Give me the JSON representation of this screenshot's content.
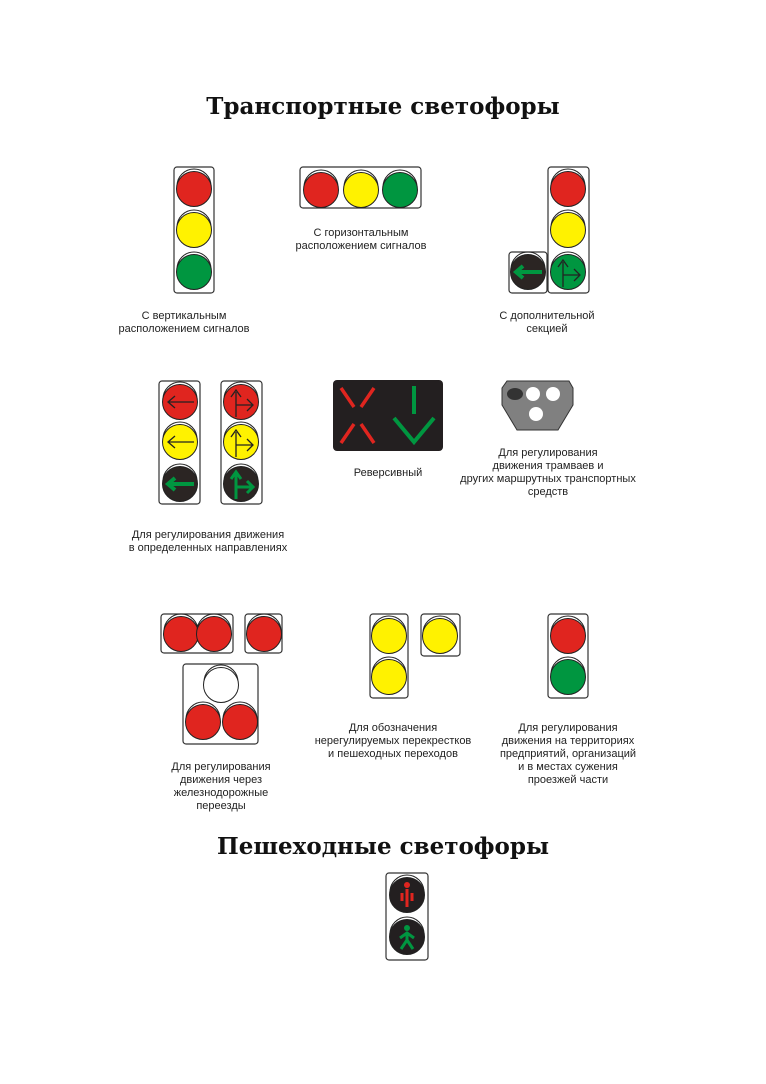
{
  "titles": {
    "transport": "Транспортные светофоры",
    "pedestrian": "Пешеходные светофоры"
  },
  "colors": {
    "red": "#e0251f",
    "yellow": "#fff200",
    "green": "#009640",
    "dark": "#2b2523",
    "panel": "#808080"
  },
  "captions": {
    "vertical": [
      "С  вертикальным",
      "расположением сигналов"
    ],
    "horizontal": [
      "С  горизонтальным",
      "расположением сигналов"
    ],
    "additional": [
      "С дополнительной",
      "секцией"
    ],
    "directional": [
      "Для регулирования движения",
      "в определенных направлениях"
    ],
    "reversible": [
      "Реверсивный"
    ],
    "tram": [
      "Для регулирования",
      "движения трамваев и",
      "других маршрутных транспортных",
      "средств"
    ],
    "railway": [
      "Для регулирования",
      "движения через",
      "железнодорожные",
      "переезды"
    ],
    "unregulated": [
      "Для обозначения",
      "нерегулируемых перекрестков",
      "и пешеходных переходов"
    ],
    "territory": [
      "Для регулирования",
      "движения на территориях",
      "предприятий, организаций",
      "и в местах сужения",
      "проезжей части"
    ]
  }
}
